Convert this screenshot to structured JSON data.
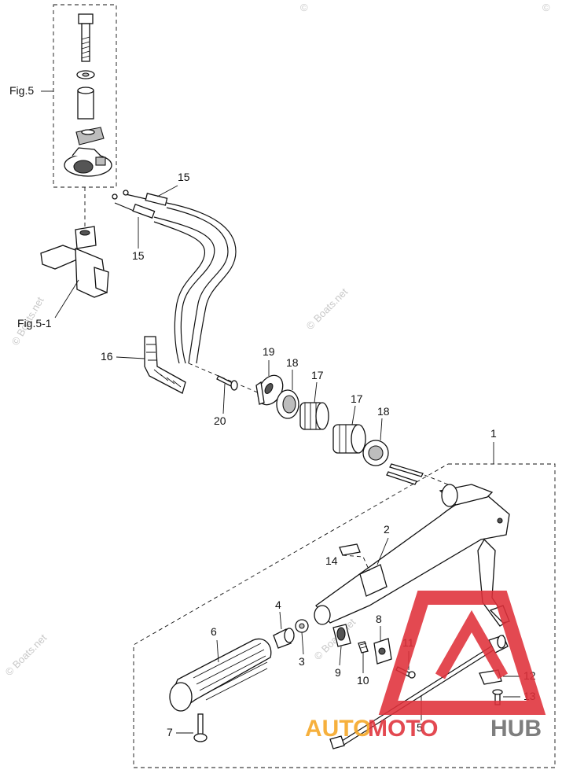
{
  "figure_refs": {
    "fig5": "Fig.5",
    "fig5_1": "Fig.5-1"
  },
  "callouts": {
    "c1": "1",
    "c2": "2",
    "c3": "3",
    "c4": "4",
    "c5": "5",
    "c6": "6",
    "c7": "7",
    "c8": "8",
    "c9": "9",
    "c10": "10",
    "c11": "11",
    "c12": "12",
    "c13": "13",
    "c14": "14",
    "c15a": "15",
    "c15b": "15",
    "c16": "16",
    "c17a": "17",
    "c17b": "17",
    "c18a": "18",
    "c18b": "18",
    "c19": "19",
    "c20": "20"
  },
  "watermarks": {
    "left_vertical": "© Boats.net",
    "mid": "© Boats.net",
    "bottom_left": "© Boats.net",
    "bottom_mid": "© Boats.net",
    "top_right": "©"
  },
  "logo": {
    "part_a": "AUTO",
    "part_b": "MOTO",
    "part_c": "HUB"
  },
  "colors": {
    "line": "#111111",
    "logo_red": "#e0303a",
    "logo_orange": "#f5a623",
    "logo_gray": "#6d6d6d",
    "watermark": "#c8c8c8"
  }
}
